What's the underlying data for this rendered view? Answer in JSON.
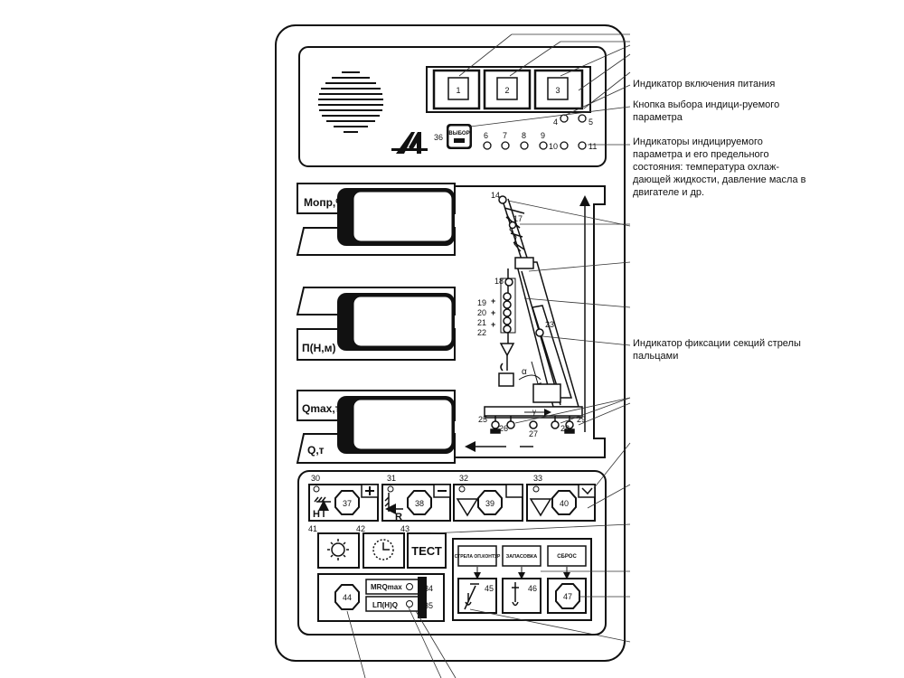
{
  "descriptions": {
    "power_indicator": "Индикатор включения питания",
    "select_button": "Кнопка выбора индици-руемого параметра",
    "parameter_indicators": "Индикаторы индицируемого параметра и его предельного состояния: температура охлаж-дающей жидкости, давление масла в двигателе и др.",
    "pin_indicator": "Индикатор фиксации секций стрелы пальцами"
  },
  "panel_labels": {
    "moment": "Mопр,%",
    "reach": "П(Н,м)",
    "qmax": "Qmax,т",
    "q": "Q,т",
    "select": "ВЫБОР",
    "test": "ТЕСТ",
    "mrq": "MRQmax",
    "lhq": "LП(Н)Q",
    "boom_btn": "СТРЕЛА ОП.КОНТУР",
    "store_btn": "ЗАПАСОВКА",
    "reset_btn": "СБРОС",
    "alpha": "α",
    "gamma": "γ",
    "h_letter": "H",
    "r_letter": "R"
  },
  "numbers": {
    "n1": "1",
    "n2": "2",
    "n3": "3",
    "n4": "4",
    "n5": "5",
    "n6": "6",
    "n7": "7",
    "n8": "8",
    "n9": "9",
    "n10": "10",
    "n11": "11",
    "n14": "14",
    "n17": "17",
    "n18": "18",
    "n19": "19",
    "n20": "20",
    "n21": "21",
    "n22": "22",
    "n23": "23",
    "n25": "25",
    "n26": "26",
    "n27": "27",
    "n28": "28",
    "n29": "29",
    "n30": "30",
    "n31": "31",
    "n32": "32",
    "n33": "33",
    "n34": "34",
    "n35": "35",
    "n36": "36",
    "n37": "37",
    "n38": "38",
    "n39": "39",
    "n40": "40",
    "n41": "41",
    "n42": "42",
    "n43": "43",
    "n44": "44",
    "n45": "45",
    "n46": "46",
    "n47": "47"
  }
}
